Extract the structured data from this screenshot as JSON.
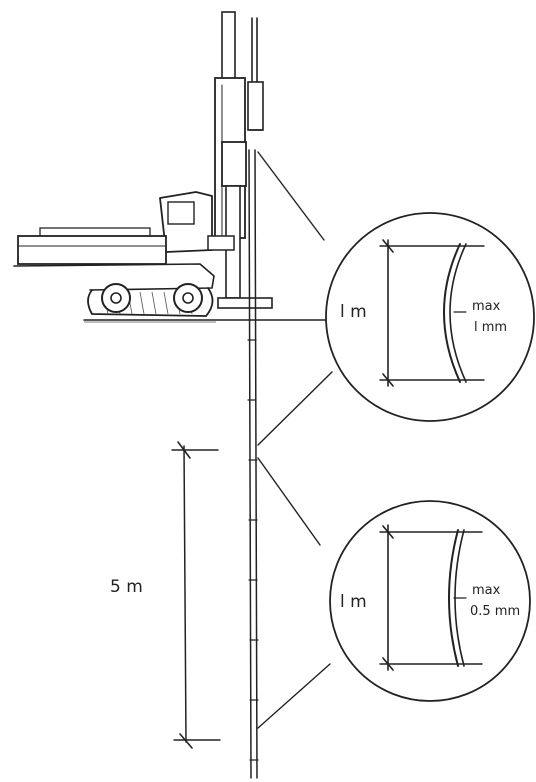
{
  "diagram": {
    "labels": {
      "total_length": "5 m",
      "detail1_segment": "l m",
      "detail1_tol_line1": "max",
      "detail1_tol_line2": "l mm",
      "detail2_segment": "l m",
      "detail2_tol_line1": "max",
      "detail2_tol_line2": "0.5 mm"
    },
    "colors": {
      "ink": "#222222",
      "background": "#ffffff"
    }
  }
}
